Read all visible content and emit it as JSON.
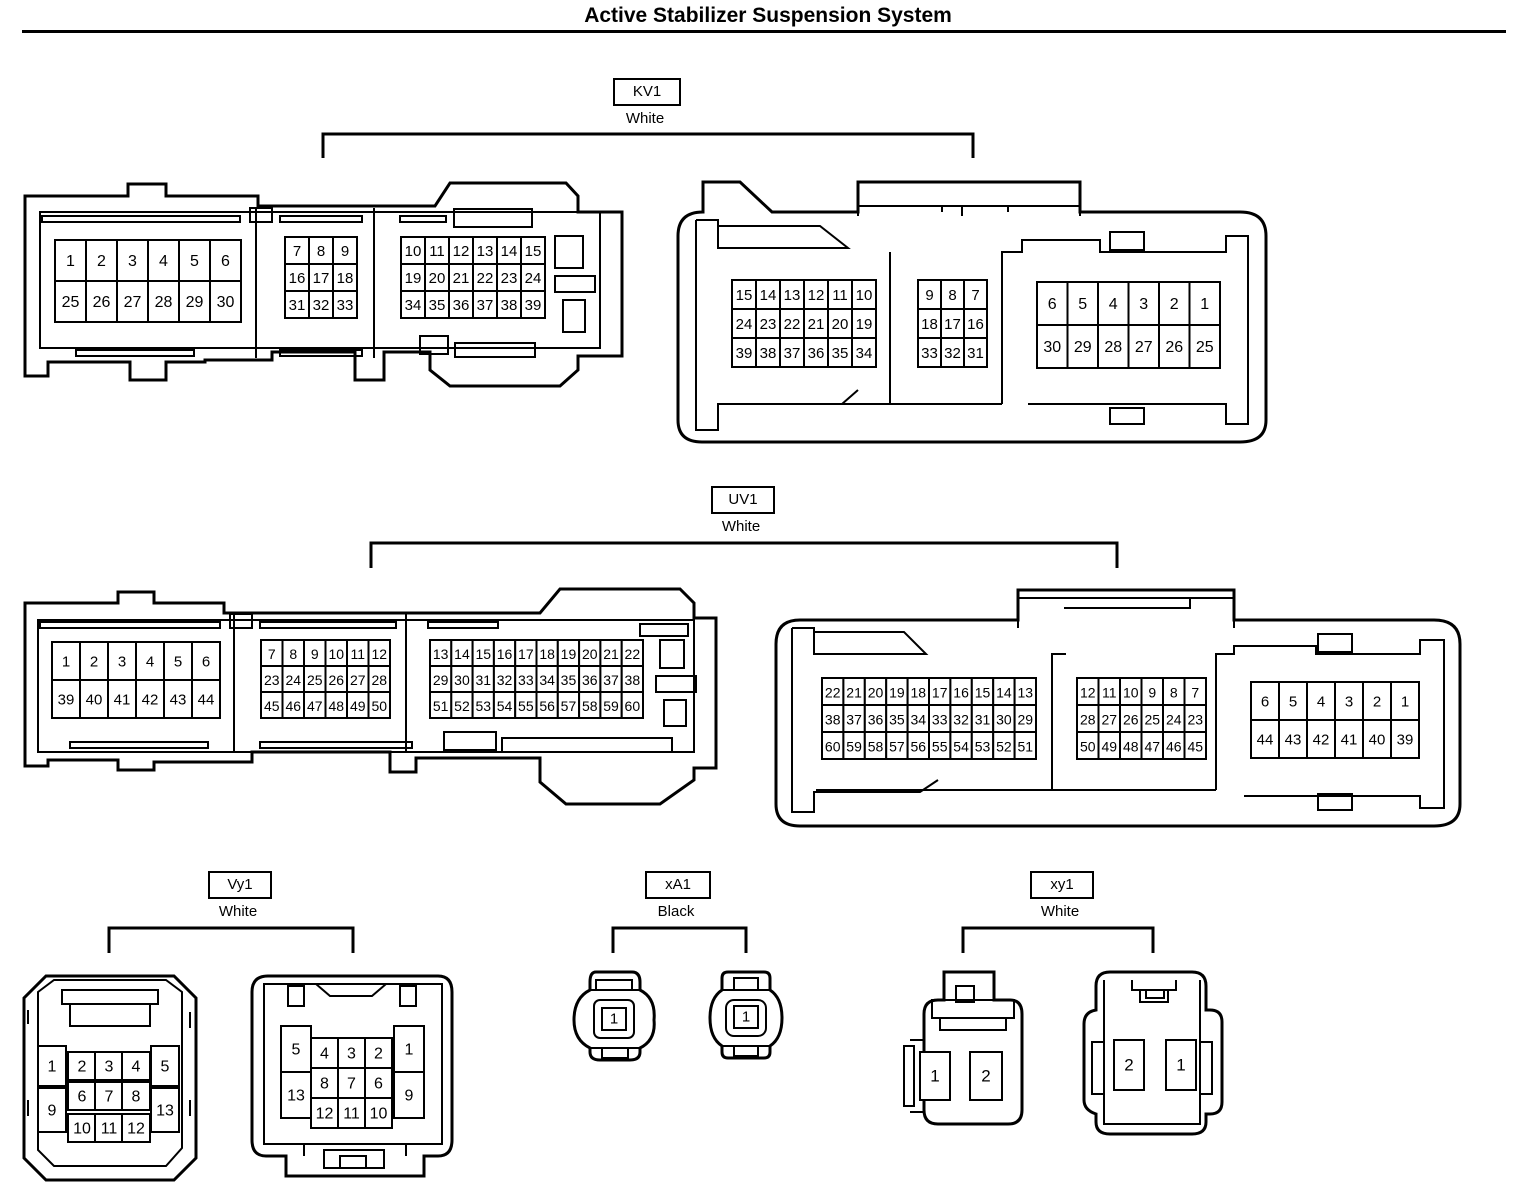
{
  "page": {
    "title": "Active Stabilizer Suspension System"
  },
  "connectors": [
    {
      "id": "KV1",
      "code": "KV1",
      "color": "White",
      "left_block": {
        "rows": [
          [
            [
              "1",
              "2",
              "3",
              "4",
              "5",
              "6"
            ],
            [
              "7",
              "8",
              "9"
            ],
            [
              "10",
              "11",
              "12",
              "13",
              "14",
              "15"
            ]
          ],
          [
            [
              "",
              "",
              "",
              "",
              "",
              ""
            ],
            [
              "16",
              "17",
              "18"
            ],
            [
              "19",
              "20",
              "21",
              "22",
              "23",
              "24"
            ]
          ],
          [
            [
              "25",
              "26",
              "27",
              "28",
              "29",
              "30"
            ],
            [
              "31",
              "32",
              "33"
            ],
            [
              "34",
              "35",
              "36",
              "37",
              "38",
              "39"
            ]
          ]
        ]
      },
      "right_block": {
        "rows": [
          [
            [
              "15",
              "14",
              "13",
              "12",
              "11",
              "10"
            ],
            [
              "9",
              "8",
              "7"
            ],
            [
              "6",
              "5",
              "4",
              "3",
              "2",
              "1"
            ]
          ],
          [
            [
              "24",
              "23",
              "22",
              "21",
              "20",
              "19"
            ],
            [
              "18",
              "17",
              "16"
            ],
            [
              "",
              "",
              "",
              "",
              "",
              ""
            ]
          ],
          [
            [
              "39",
              "38",
              "37",
              "36",
              "35",
              "34"
            ],
            [
              "33",
              "32",
              "31"
            ],
            [
              "30",
              "29",
              "28",
              "27",
              "26",
              "25"
            ]
          ]
        ]
      }
    },
    {
      "id": "UV1",
      "code": "UV1",
      "color": "White",
      "left_block": {
        "rows": [
          [
            [
              "1",
              "2",
              "3",
              "4",
              "5",
              "6"
            ],
            [
              "7",
              "8",
              "9",
              "10",
              "11",
              "12"
            ],
            [
              "13",
              "14",
              "15",
              "16",
              "17",
              "18",
              "19",
              "20",
              "21",
              "22"
            ]
          ],
          [
            [
              "",
              "",
              "",
              "",
              "",
              ""
            ],
            [
              "23",
              "24",
              "25",
              "26",
              "27",
              "28"
            ],
            [
              "29",
              "30",
              "31",
              "32",
              "33",
              "34",
              "35",
              "36",
              "37",
              "38"
            ]
          ],
          [
            [
              "39",
              "40",
              "41",
              "42",
              "43",
              "44"
            ],
            [
              "45",
              "46",
              "47",
              "48",
              "49",
              "50"
            ],
            [
              "51",
              "52",
              "53",
              "54",
              "55",
              "56",
              "57",
              "58",
              "59",
              "60"
            ]
          ]
        ]
      },
      "right_block": {
        "rows": [
          [
            [
              "22",
              "21",
              "20",
              "19",
              "18",
              "17",
              "16",
              "15",
              "14",
              "13"
            ],
            [
              "12",
              "11",
              "10",
              "9",
              "8",
              "7"
            ],
            [
              "6",
              "5",
              "4",
              "3",
              "2",
              "1"
            ]
          ],
          [
            [
              "38",
              "37",
              "36",
              "35",
              "34",
              "33",
              "32",
              "31",
              "30",
              "29"
            ],
            [
              "28",
              "27",
              "26",
              "25",
              "24",
              "23"
            ],
            [
              "",
              "",
              "",
              "",
              "",
              ""
            ]
          ],
          [
            [
              "60",
              "59",
              "58",
              "57",
              "56",
              "55",
              "54",
              "53",
              "52",
              "51"
            ],
            [
              "50",
              "49",
              "48",
              "47",
              "46",
              "45"
            ],
            [
              "44",
              "43",
              "42",
              "41",
              "40",
              "39"
            ]
          ]
        ]
      }
    },
    {
      "id": "Vy1",
      "code": "Vy1",
      "color": "White",
      "left_pins": [
        "1",
        "2",
        "3",
        "4",
        "5",
        "6",
        "7",
        "8",
        "9",
        "10",
        "11",
        "12",
        "13"
      ],
      "right_pins": [
        "5",
        "4",
        "3",
        "2",
        "1",
        "8",
        "7",
        "6",
        "13",
        "9",
        "12",
        "11",
        "10"
      ]
    },
    {
      "id": "xA1",
      "code": "xA1",
      "color": "Black",
      "left_pins": [
        "1"
      ],
      "right_pins": [
        "1"
      ]
    },
    {
      "id": "xy1",
      "code": "xy1",
      "color": "White",
      "left_pins": [
        "1",
        "2"
      ],
      "right_pins": [
        "2",
        "1"
      ]
    }
  ]
}
